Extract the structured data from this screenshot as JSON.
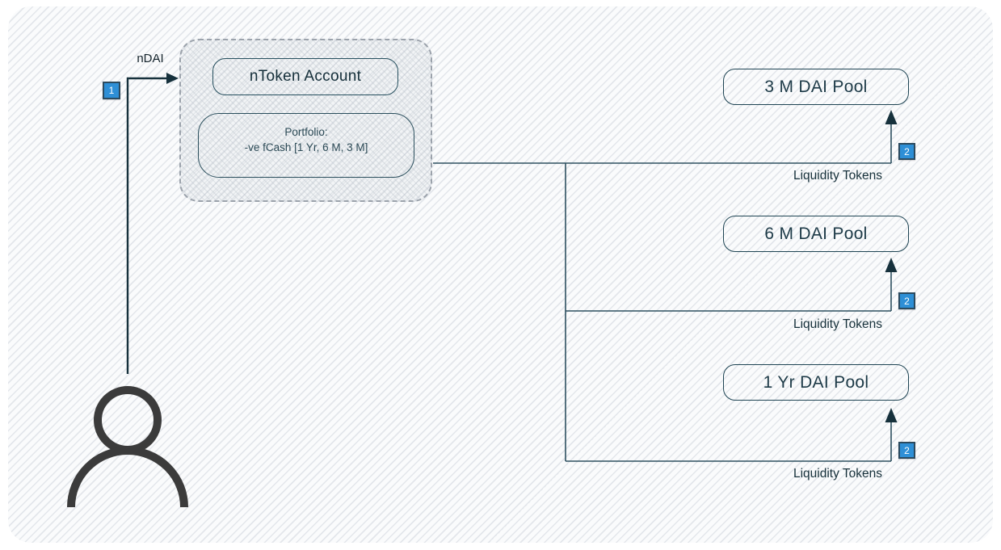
{
  "diagram": {
    "deposit_label": "nDAI",
    "badges": {
      "step1": "1",
      "step2": "2"
    },
    "ntoken": {
      "title": "nToken Account",
      "portfolio_line1": "Portfolio:",
      "portfolio_line2": "-ve fCash [1 Yr, 6 M, 3 M]"
    },
    "pools": [
      {
        "label": "3 M DAI Pool",
        "edge_label": "Liquidity Tokens"
      },
      {
        "label": "6 M DAI Pool",
        "edge_label": "Liquidity Tokens"
      },
      {
        "label": "1 Yr DAI Pool",
        "edge_label": "Liquidity Tokens"
      }
    ],
    "colors": {
      "wire": "#2e5160",
      "wire_dark": "#16313c",
      "badge_blue": "#2e8fd6",
      "badge_border": "#2c4a5e",
      "person_icon": "#3b3b3b",
      "node_border": "#1e4453",
      "canvas_hatch": "#d0d5dd"
    }
  }
}
